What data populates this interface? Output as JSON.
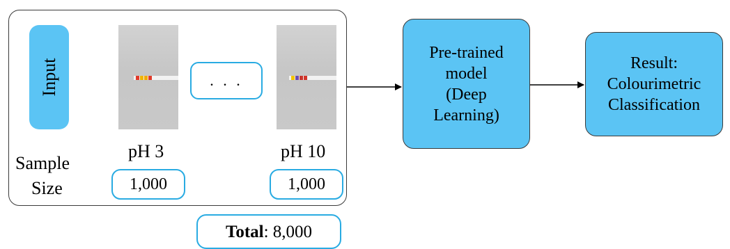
{
  "input_label": "Input",
  "sample_size_label_line1": "Sample",
  "sample_size_label_line2": "Size",
  "ph_low_label": "pH 3",
  "ph_high_label": "pH 10",
  "ellipsis": ". . .",
  "count_low": "1,000",
  "count_high": "1,000",
  "total_label": "Total",
  "total_value": ": 8,000",
  "model_node": {
    "line1": "Pre-trained",
    "line2": "model",
    "line3": "(Deep",
    "line4": "Learning)"
  },
  "result_node": {
    "line1": "Result:",
    "line2": "Colourimetric",
    "line3": "Classification"
  },
  "colors": {
    "node_fill": "#5bc4f4",
    "outline_blue": "#29abe2",
    "pad_colors_ph3": [
      "#e23a2a",
      "#f0b400",
      "#f2a800",
      "#e03a2a"
    ],
    "pad_colors_ph10": [
      "#f4c400",
      "#6b4fb0",
      "#c8342c",
      "#d2362c"
    ]
  }
}
